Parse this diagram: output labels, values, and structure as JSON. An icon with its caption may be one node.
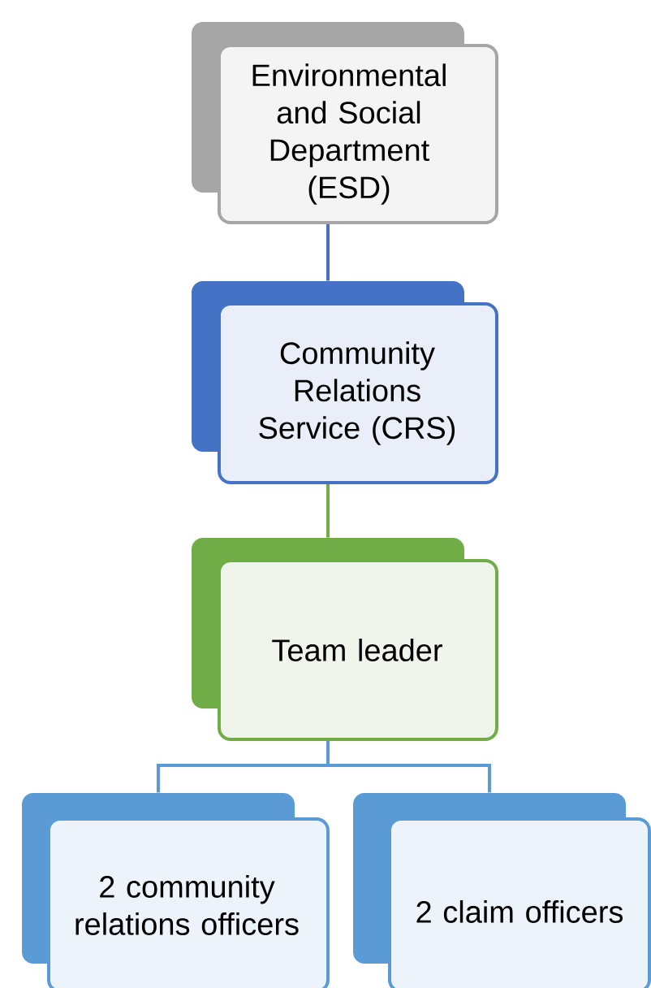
{
  "diagram": {
    "nodes": [
      {
        "text": [
          "Environmental and Social Department (ESD)"
        ]
      },
      {
        "text": [
          "Community Relations Service (CRS)"
        ]
      },
      {
        "text": [
          "Team leader"
        ]
      },
      {
        "text": [
          "2 community relations officers"
        ]
      },
      {
        "text": [
          "2 claim officers"
        ]
      }
    ],
    "edges": [
      {
        "from": 0,
        "to": 1,
        "arrow": "none",
        "color": "#4472c4"
      },
      {
        "from": 1,
        "to": 2,
        "arrow": "none",
        "color": "#70ad47"
      },
      {
        "from": 2,
        "to": 3,
        "arrow": "none",
        "color": "#5b9bd5"
      },
      {
        "from": 2,
        "to": 4,
        "arrow": "none",
        "color": "#5b9bd5"
      }
    ]
  }
}
